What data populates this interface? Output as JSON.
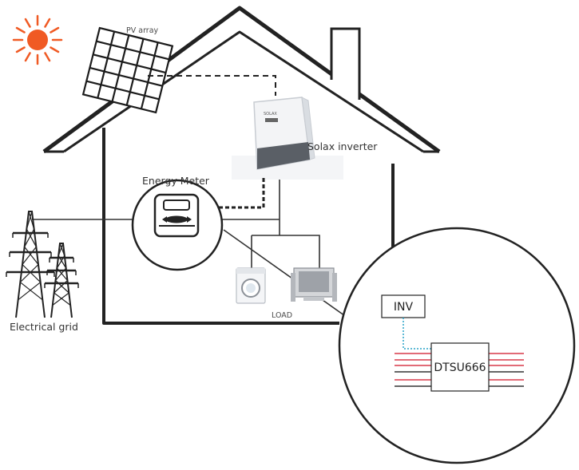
{
  "labels": {
    "pv_array": "PV array",
    "inverter": "Solax inverter",
    "meter": "Energy Meter",
    "grid": "Electrical grid",
    "load": "LOAD",
    "inv_box": "INV",
    "dtsu_box": "DTSU666",
    "inverter_brand": "SOLAX"
  },
  "colors": {
    "house_outline": "#222222",
    "sun": "#f05a24",
    "phase_lines": "#d83a4a",
    "neutral_line": "#333333",
    "comm_line": "#2aa4c8"
  },
  "icons": [
    "sun-icon",
    "pv-panel-icon",
    "inverter-icon",
    "energy-meter-icon",
    "transmission-tower-icon",
    "washing-machine-icon",
    "tv-icon"
  ]
}
